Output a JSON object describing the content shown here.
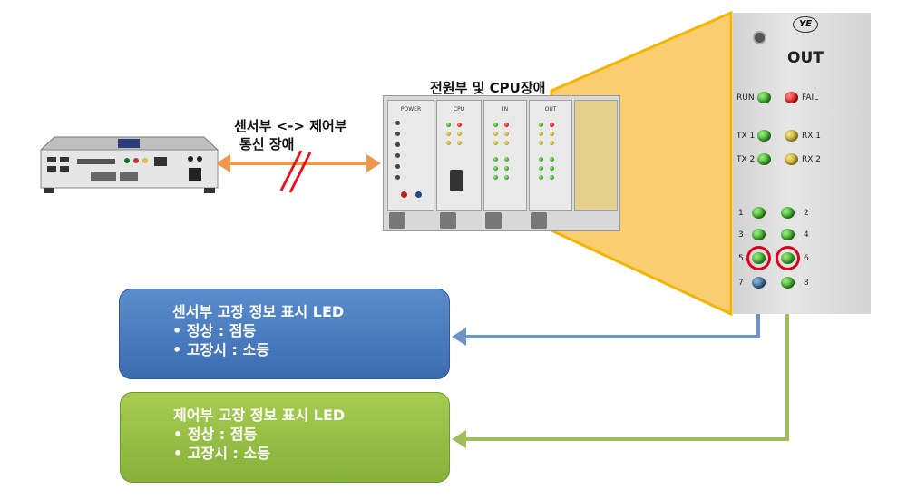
{
  "labels": {
    "comm_fault_line1": "센서부 <-> 제어부",
    "comm_fault_line2": "통신 장애",
    "power_cpu_fault": "전원부 및 CPU장애"
  },
  "rack": {
    "cards": [
      "POWER",
      "CPU",
      "IN",
      "OUT"
    ]
  },
  "out_panel": {
    "logo": "YE",
    "title": "OUT",
    "run": "RUN",
    "fail": "FAIL",
    "tx1": "TX 1",
    "rx1": "RX 1",
    "tx2": "TX 2",
    "rx2": "RX 2",
    "ch1": "1",
    "ch2": "2",
    "ch3": "3",
    "ch4": "4",
    "ch5": "5",
    "ch6": "6",
    "ch7": "7",
    "ch8": "8"
  },
  "sensor_box": {
    "title": "센서부 고장 정보 표시 LED",
    "item1": "• 정상 : 점등",
    "item2": "• 고장시 : 소등"
  },
  "control_box": {
    "title": "제어부 고장 정보 표시 LED",
    "item1": "• 정상 : 점등",
    "item2": "• 고장시 : 소등"
  },
  "colors": {
    "orange_arrow": "#f0974d",
    "fault_mark": "#e8141e",
    "zoom_fill": "#f8c860",
    "zoom_edge": "#f4b400",
    "blue_box": "#4a7cc1",
    "green_box": "#98bf45",
    "blue_arrow": "#6f93c6",
    "green_arrow": "#9ebf5a"
  }
}
